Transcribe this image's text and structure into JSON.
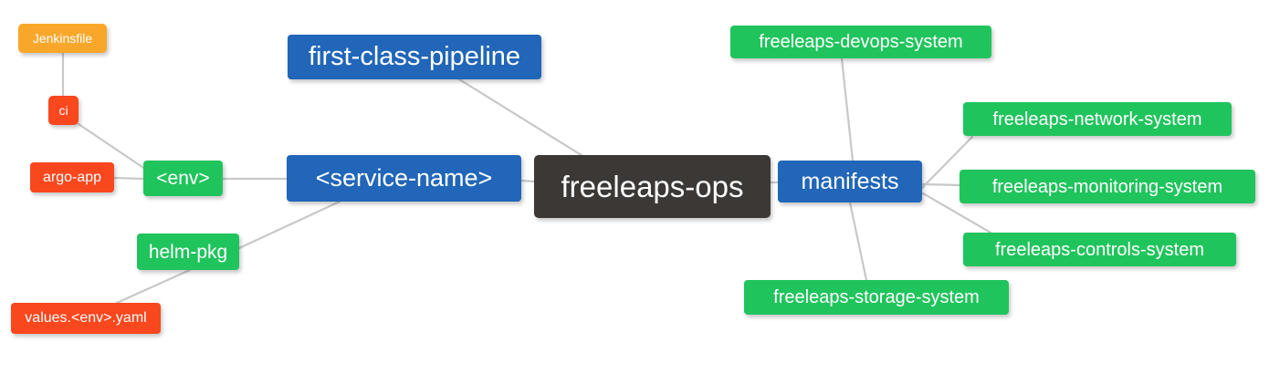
{
  "diagram": {
    "type": "mindmap",
    "root": "freeleaps-ops",
    "background_color": "#ffffff",
    "edge_color": "#c8c8c8",
    "palette": {
      "root_dark": "#3c3835",
      "blue": "#2166b8",
      "green": "#20c45c",
      "red": "#f9471e",
      "orange": "#f9a72b",
      "label_text": "#ffffff"
    },
    "nodes": [
      {
        "id": "jenkinsfile",
        "label": "Jenkinsfile",
        "color": "#f9a72b"
      },
      {
        "id": "ci",
        "label": "ci",
        "color": "#f9471e"
      },
      {
        "id": "argo_app",
        "label": "argo-app",
        "color": "#f9471e"
      },
      {
        "id": "values_yaml",
        "label": "values.<env>.yaml",
        "color": "#f9471e"
      },
      {
        "id": "env",
        "label": "<env>",
        "color": "#20c45c"
      },
      {
        "id": "helm_pkg",
        "label": "helm-pkg",
        "color": "#20c45c"
      },
      {
        "id": "pipeline",
        "label": "first-class-pipeline",
        "color": "#2166b8"
      },
      {
        "id": "service_name",
        "label": "<service-name>",
        "color": "#2166b8"
      },
      {
        "id": "ops",
        "label": "freeleaps-ops",
        "color": "#3c3835"
      },
      {
        "id": "manifests",
        "label": "manifests",
        "color": "#2166b8"
      },
      {
        "id": "devops_sys",
        "label": "freeleaps-devops-system",
        "color": "#20c45c"
      },
      {
        "id": "network_sys",
        "label": "freeleaps-network-system",
        "color": "#20c45c"
      },
      {
        "id": "monitor_sys",
        "label": "freeleaps-monitoring-system",
        "color": "#20c45c"
      },
      {
        "id": "controls_sys",
        "label": "freeleaps-controls-system",
        "color": "#20c45c"
      },
      {
        "id": "storage_sys",
        "label": "freeleaps-storage-system",
        "color": "#20c45c"
      }
    ],
    "edges": [
      {
        "from": "jenkinsfile",
        "to": "ci"
      },
      {
        "from": "ci",
        "to": "env"
      },
      {
        "from": "argo_app",
        "to": "env"
      },
      {
        "from": "env",
        "to": "service_name"
      },
      {
        "from": "helm_pkg",
        "to": "service_name"
      },
      {
        "from": "values_yaml",
        "to": "helm_pkg"
      },
      {
        "from": "service_name",
        "to": "ops"
      },
      {
        "from": "pipeline",
        "to": "ops"
      },
      {
        "from": "ops",
        "to": "manifests"
      },
      {
        "from": "manifests",
        "to": "devops_sys"
      },
      {
        "from": "manifests",
        "to": "network_sys"
      },
      {
        "from": "manifests",
        "to": "monitor_sys"
      },
      {
        "from": "manifests",
        "to": "controls_sys"
      },
      {
        "from": "manifests",
        "to": "storage_sys"
      }
    ]
  }
}
